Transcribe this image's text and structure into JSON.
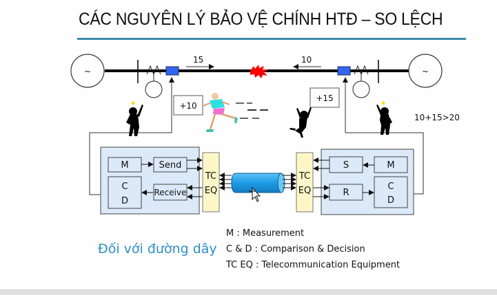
{
  "title": "CÁC NGUYÊN LÝ BẢO VỆ CHÍNH HTĐ – SO LỆCH",
  "line": {
    "left_generator_symbol": "~",
    "right_generator_symbol": "~",
    "left_current_label": "15",
    "right_current_label": "10",
    "fault_color": "#ff0000",
    "breaker_color": "#3366ee"
  },
  "signals": {
    "left_value": "+10",
    "right_value": "+15",
    "comparison": "10+15>20"
  },
  "left_relay": {
    "measure": "M",
    "send": "Send",
    "cd_top": "C",
    "cd_bottom": "D",
    "receive": "Receive",
    "tc_top": "TC",
    "tc_bottom": "EQ"
  },
  "right_relay": {
    "send": "S",
    "measure": "M",
    "receive": "R",
    "cd_top": "C",
    "cd_bottom": "D",
    "tc_top": "TC",
    "tc_bottom": "EQ"
  },
  "subtitle": "Đối với đường dây",
  "legend": [
    "M : Measurement",
    "C & D : Comparison & Decision",
    "TC EQ : Telecommunication Equipment"
  ],
  "colors": {
    "relay_fill": "#dce9f8",
    "tc_fill": "#fdf7c8",
    "cable_fill": "#1e9be6",
    "subtitle": "#2d8fc7"
  }
}
